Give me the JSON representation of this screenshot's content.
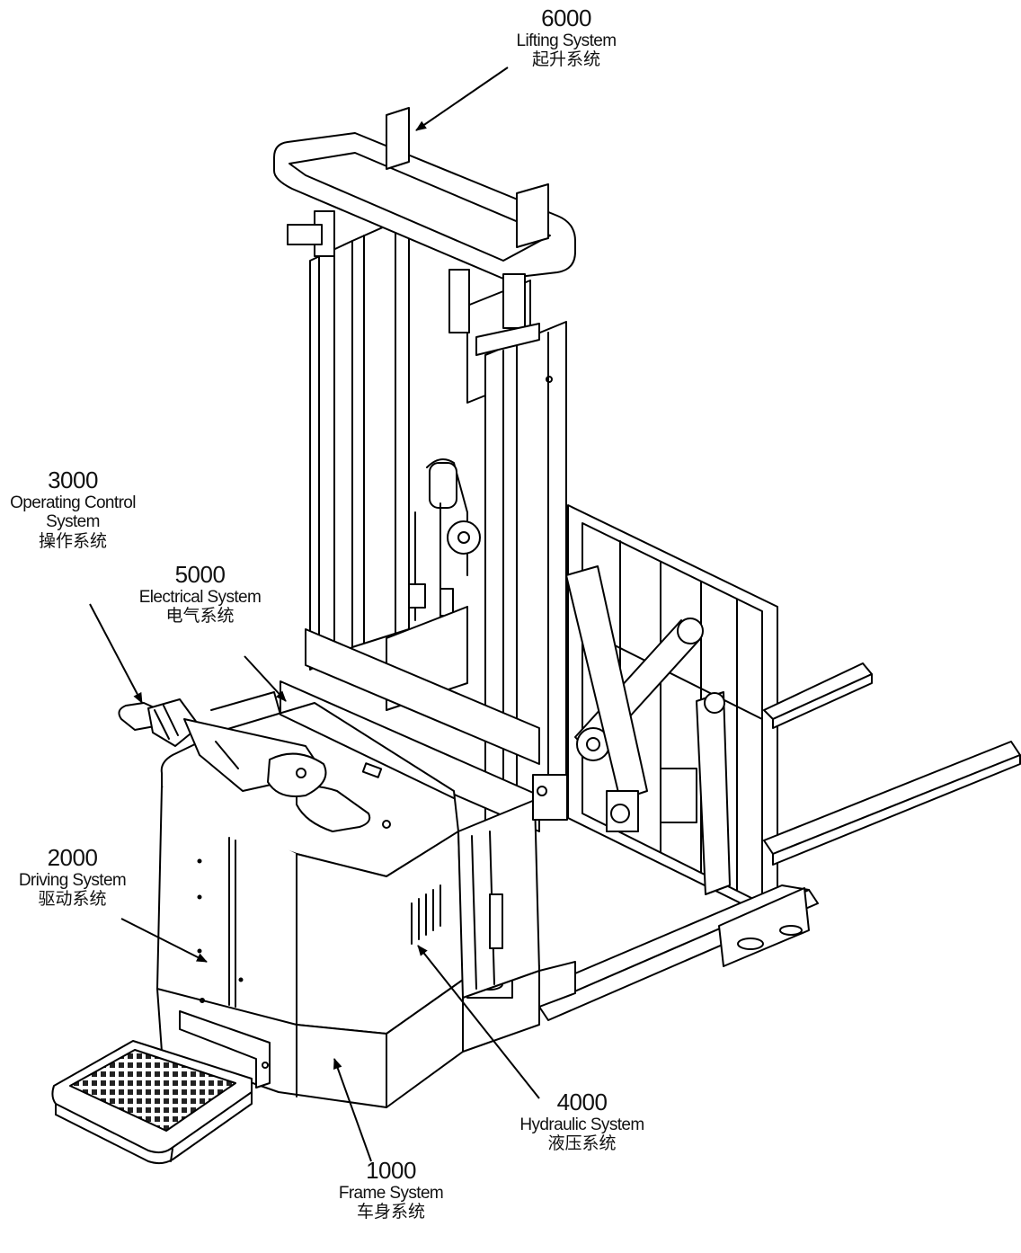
{
  "callouts": {
    "lifting": {
      "number": "6000",
      "en": "Lifting System",
      "cn": "起升系统"
    },
    "operating": {
      "number": "3000",
      "en": "Operating Control System",
      "cn": "操作系统"
    },
    "electrical": {
      "number": "5000",
      "en": "Electrical System",
      "cn": "电气系统"
    },
    "driving": {
      "number": "2000",
      "en": "Driving System",
      "cn": "驱动系统"
    },
    "hydraulic": {
      "number": "4000",
      "en": "Hydraulic System",
      "cn": "液压系统"
    },
    "frame": {
      "number": "1000",
      "en": "Frame System",
      "cn": "车身系统"
    }
  }
}
